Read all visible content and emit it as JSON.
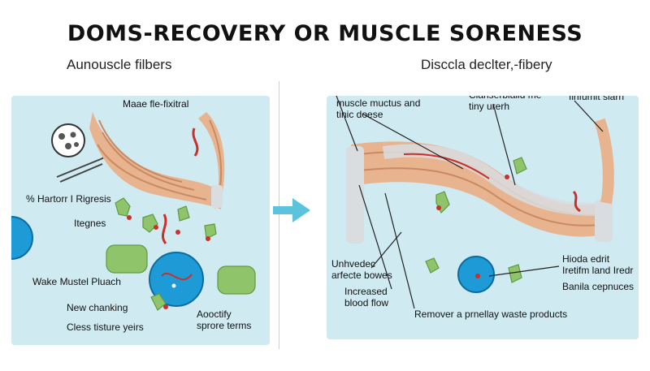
{
  "title": "DOMS-RECOVERY OR MUSCLE SORENESS",
  "left": {
    "subtitle": "Aunouscle filbers",
    "labels": [
      "Maae fle-fixitral",
      "% Hartorr I Rigresis",
      "Itegnes",
      "Wake Mustel Pluach",
      "New chanking",
      "Cless tisture yeirs",
      "Aooctify\nsprore terms"
    ]
  },
  "right": {
    "subtitle": "Disccla declter,-fibery",
    "labels": [
      "Hamal mbine\nmuscle muctus and\ntinic doese",
      "Clanserbialld me\ntiny urerh",
      "Iinfumit slarn",
      "Unhvedec\narfecte bowes",
      "Increased\nblood flow",
      "Hioda edrit\nIretifm land Iredr",
      "Banila cepnuces",
      "Remover a prnellay waste products"
    ]
  },
  "colors": {
    "panel": "#cfeaf1",
    "muscle": "#e8b48f",
    "muscle_stripe": "#c98a62",
    "bone": "#d9dde0",
    "cell_green": "#8fc46a",
    "cell_blue": "#1e9bd7",
    "vessel_red": "#c9302c",
    "arrow": "#5bc4dc"
  },
  "icons": [
    "arrow-right-icon",
    "magnifier-icon",
    "tweezers-icon"
  ]
}
